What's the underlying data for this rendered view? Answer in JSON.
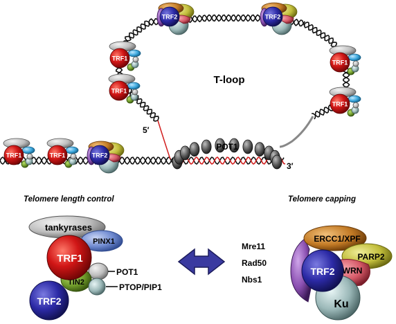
{
  "labels": {
    "tloop": "T-loop",
    "pot1": "POT1",
    "five_prime": "5′",
    "three_prime": "3′",
    "length_control": "Telomere length control",
    "capping": "Telomere capping",
    "tankyrases": "tankyrases",
    "pinx1": "PINX1",
    "trf1": "TRF1",
    "trf2": "TRF2",
    "tin2": "TIN2",
    "pot1_side": "POT1",
    "ptop": "PTOP/PIP1",
    "mre11": "Mre11",
    "rad50": "Rad50",
    "nbs1": "Nbs1",
    "ercc1": "ERCC1/XPF",
    "parp2": "PARP2",
    "wrn": "WRN",
    "ku": "Ku"
  },
  "colors": {
    "trf1": "#d11616",
    "trf2": "#2c2aa6",
    "tin2": "#6f9a2a",
    "pinx1": "#6f8ad0",
    "tankyrase": "#bdbdbd",
    "ercc1": "#c27a25",
    "parp2": "#c2be3c",
    "wrn": "#d65a68",
    "ku": "#9bb8b8",
    "purple": "#8a4fb0",
    "arrow": "#3a3aa0",
    "dna_black": "#111111",
    "dna_red": "#d21f1f",
    "pot1_bead": "#555555"
  }
}
